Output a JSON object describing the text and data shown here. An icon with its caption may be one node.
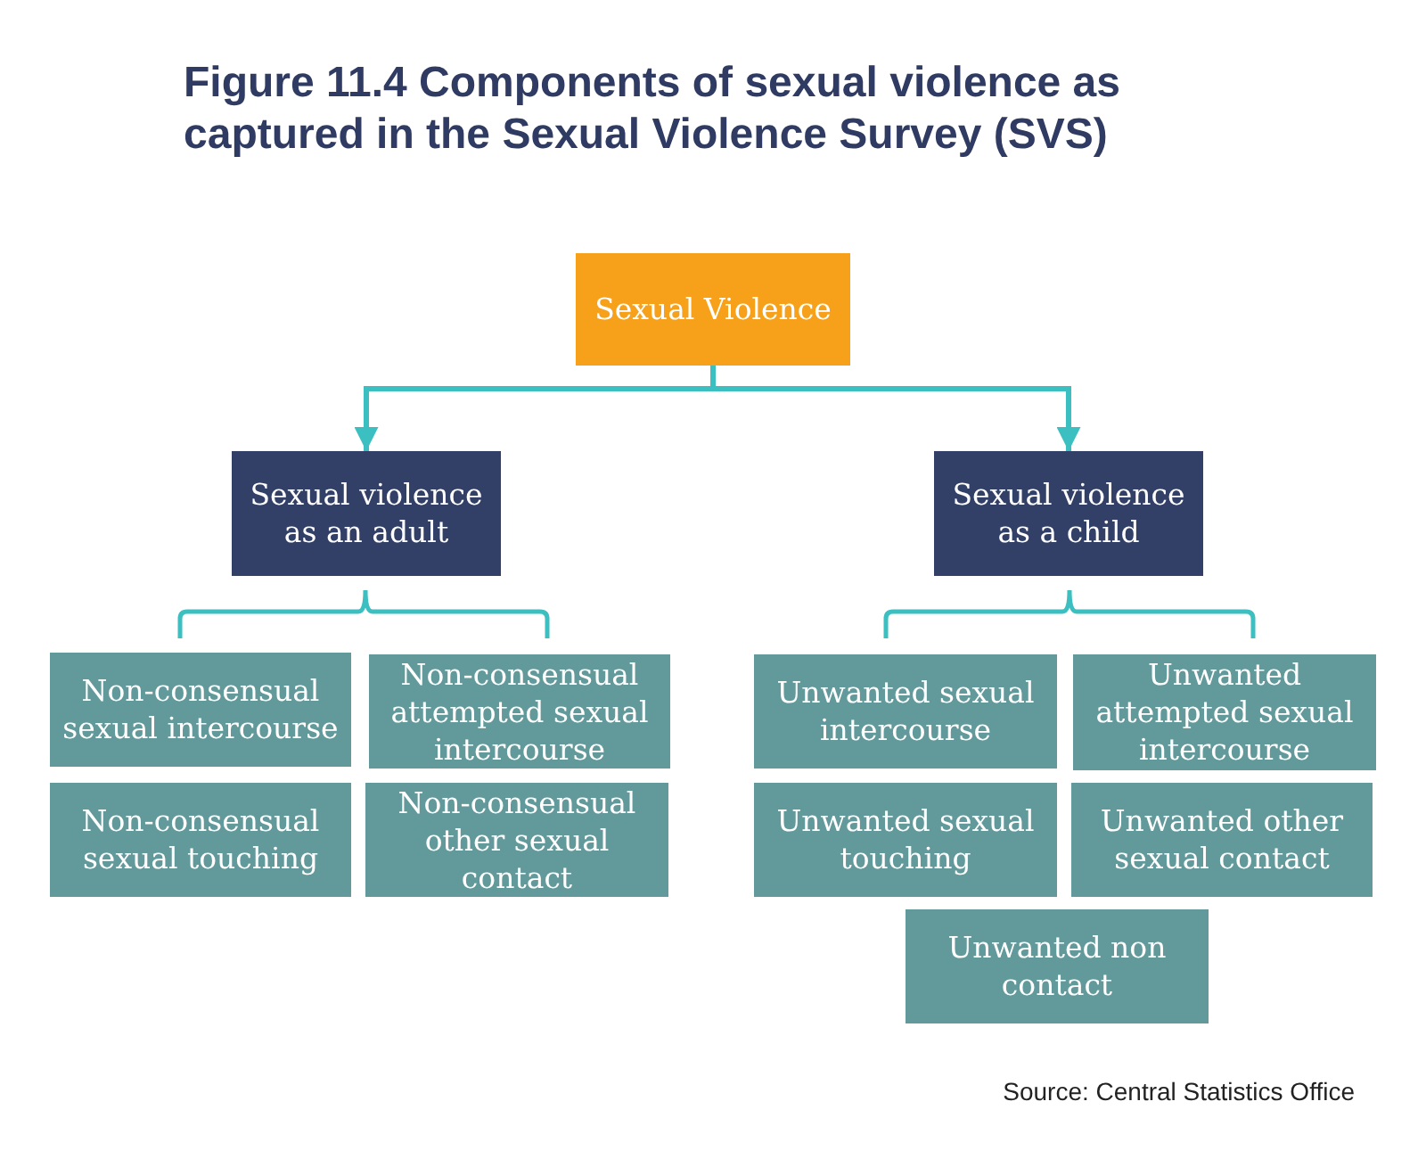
{
  "diagram": {
    "title": "Figure 11.4 Components of sexual violence as captured in the Sexual Violence Survey (SVS)",
    "caption": "Source: Central Statistics Office",
    "nodes": [
      {
        "text": [
          "Sexual Violence"
        ]
      },
      {
        "text": [
          "Sexual violence as an adult"
        ]
      },
      {
        "text": [
          "Sexual violence as a child"
        ]
      },
      {
        "text": [
          "Non-consensual sexual intercourse"
        ]
      },
      {
        "text": [
          "Non-consensual attempted sexual intercourse"
        ]
      },
      {
        "text": [
          "Non-consensual sexual touching"
        ]
      },
      {
        "text": [
          "Non-consensual other sexual contact"
        ]
      },
      {
        "text": [
          "Unwanted sexual intercourse"
        ]
      },
      {
        "text": [
          "Unwanted attempted sexual intercourse"
        ]
      },
      {
        "text": [
          "Unwanted sexual touching"
        ]
      },
      {
        "text": [
          "Unwanted other sexual contact"
        ]
      },
      {
        "text": [
          "Unwanted non contact"
        ]
      }
    ],
    "edges": [
      {
        "from": 0,
        "to": 1,
        "arrow": "to"
      },
      {
        "from": 0,
        "to": 2,
        "arrow": "to"
      }
    ]
  }
}
